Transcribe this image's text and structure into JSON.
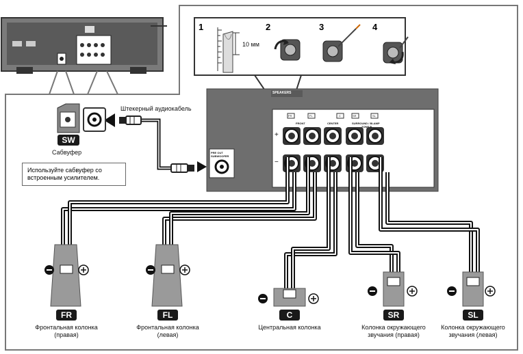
{
  "steps": [
    "1",
    "2",
    "3",
    "4"
  ],
  "strip_length_label": "10 мм",
  "cable_label": "Штекерный аудиокабель",
  "subwoofer": {
    "badge": "SW",
    "label": "Сабвуфер"
  },
  "note": "Используйте сабвуфер со встроенным усилителем.",
  "panel": {
    "speakers_header": "SPEAKERS",
    "preout_label": "PRE OUT SUBWOOFER",
    "group_labels": [
      "FRONT",
      "CENTER",
      "SURROUND / BI-AMP",
      "ZONE B"
    ],
    "tags": [
      "FR",
      "FL",
      "C",
      "SR",
      "SL"
    ],
    "plus": "+",
    "minus": "−"
  },
  "speakers": [
    {
      "badge": "FR",
      "label_line1": "Фронтальная колонка",
      "label_line2": "(правая)"
    },
    {
      "badge": "FL",
      "label_line1": "Фронтальная колонка",
      "label_line2": "(левая)"
    },
    {
      "badge": "C",
      "label_line1": "Центральная колонка",
      "label_line2": ""
    },
    {
      "badge": "SR",
      "label_line1": "Колонка окружающего",
      "label_line2": "звучания (правая)"
    },
    {
      "badge": "SL",
      "label_line1": "Колонка окружающего",
      "label_line2": "звучания (левая)"
    }
  ],
  "colors": {
    "panel": "#6e6e6e",
    "dark": "#1a1a1a",
    "terminal_plate": "#ffffff"
  }
}
